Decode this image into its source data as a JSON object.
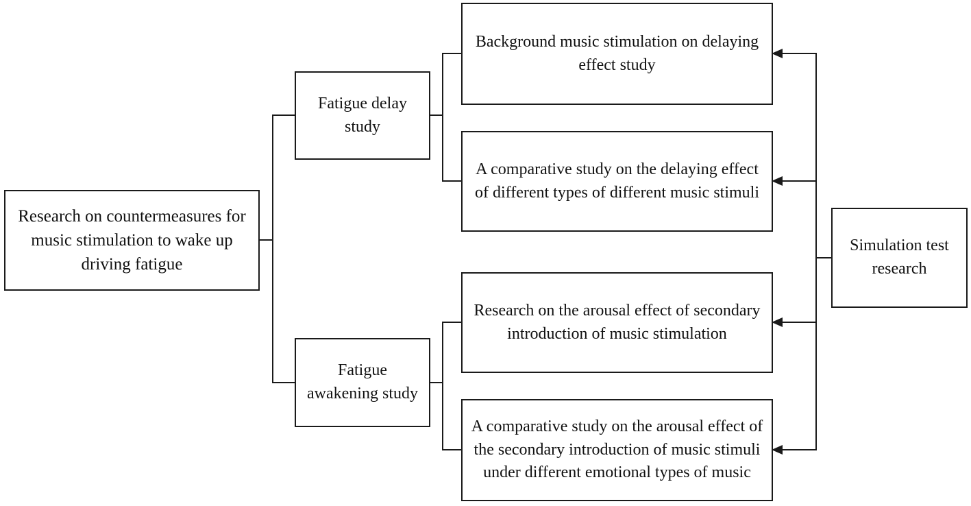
{
  "diagram": {
    "root": {
      "label": "Research on countermeasures for music stimulation to wake up driving fatigue"
    },
    "branches": [
      {
        "label": "Fatigue delay study"
      },
      {
        "label": "Fatigue awakening study"
      }
    ],
    "studies": [
      {
        "label": "Background music stimulation on delaying effect study"
      },
      {
        "label": "A comparative study on the delaying effect of different types of different music stimuli"
      },
      {
        "label": "Research on the arousal effect of secondary introduction of music stimulation"
      },
      {
        "label": "A comparative study on the arousal effect of the secondary introduction of music stimuli under different emotional types of music"
      }
    ],
    "method": {
      "label": "Simulation test research"
    },
    "colors": {
      "line": "#1a1a1a",
      "background": "#ffffff",
      "text": "#111111"
    }
  }
}
